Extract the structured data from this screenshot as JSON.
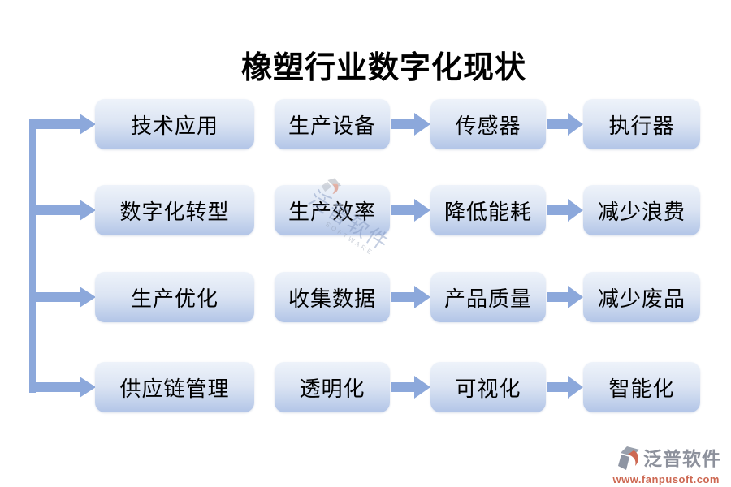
{
  "title": "橡塑行业数字化现状",
  "rows": [
    [
      "技术应用",
      "生产设备",
      "传感器",
      "执行器"
    ],
    [
      "数字化转型",
      "生产效率",
      "降低能耗",
      "减少浪费"
    ],
    [
      "生产优化",
      "收集数据",
      "产品质量",
      "减少废品"
    ],
    [
      "供应链管理",
      "透明化",
      "可视化",
      "智能化"
    ]
  ],
  "watermark": {
    "text": "泛普软件",
    "subtext": "SOFTWARE"
  },
  "footer_logo": {
    "brand": "泛普软件",
    "website": "www.fanpusoft.com"
  },
  "colors": {
    "arrow": "#8ca8db",
    "box_top": "#eef3fa",
    "box_bottom": "#b2c5e7",
    "brand_text": "#8d919c",
    "brand_url": "#cd6852"
  }
}
